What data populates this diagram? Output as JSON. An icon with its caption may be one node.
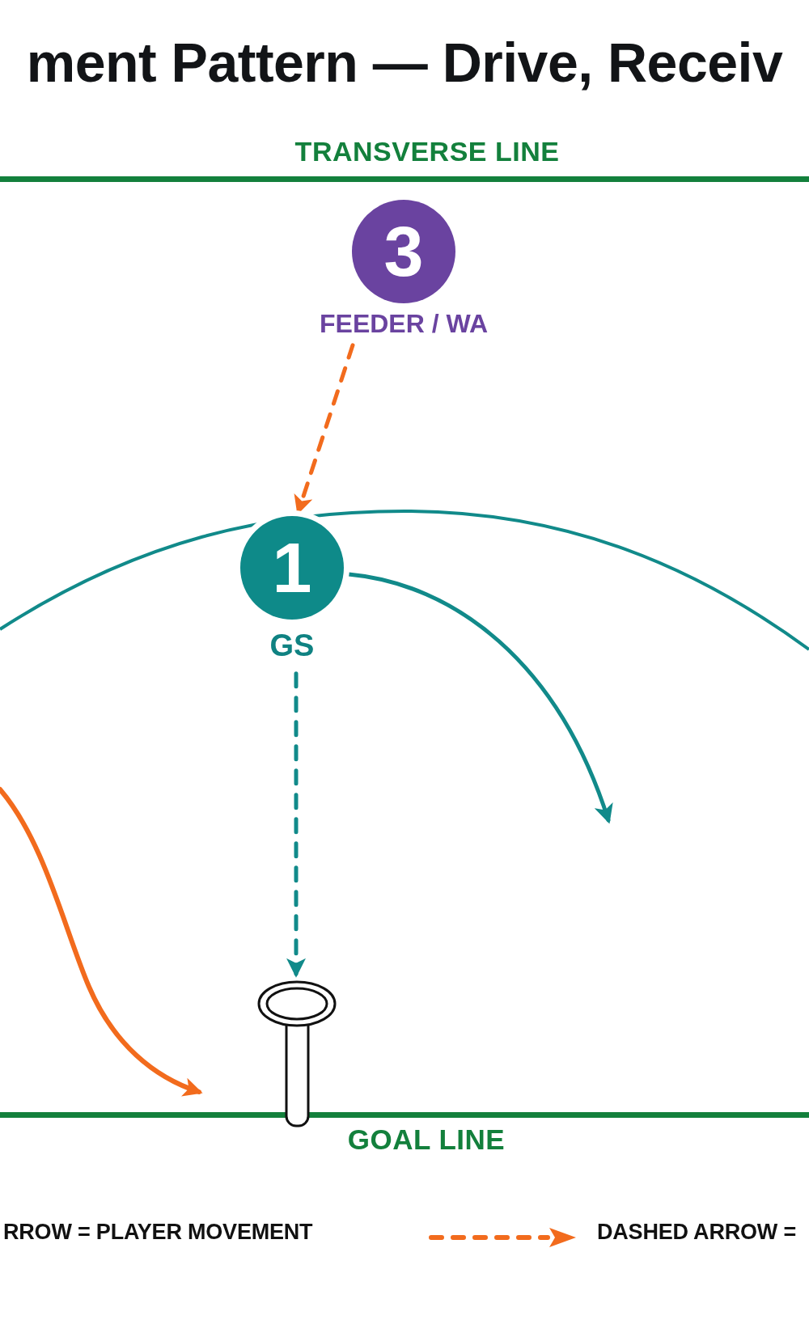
{
  "diagram": {
    "title": "ment Pattern — Drive, Receiv",
    "nodes": [
      {
        "text": [
          "3"
        ],
        "beside": [
          "FEEDER / WA"
        ]
      },
      {
        "text": [
          "1"
        ],
        "beside": [
          "GS"
        ]
      },
      {
        "text": [],
        "shape": "picture"
      }
    ],
    "edges": [
      {
        "from": 0,
        "to": 1,
        "arrow": "to",
        "style": "dashed",
        "color": "#f26b1d"
      },
      {
        "from": 1,
        "to": null,
        "arrow": "to"
      },
      {
        "from": 1,
        "to": 2,
        "arrow": "to",
        "style": "dashed"
      }
    ],
    "labels": [
      "TRANSVERSE LINE",
      "GOAL LINE"
    ],
    "legend": [
      {
        "text": "RROW = PLAYER MOVEMENT"
      },
      {
        "text": "DASHED ARROW ="
      }
    ]
  }
}
